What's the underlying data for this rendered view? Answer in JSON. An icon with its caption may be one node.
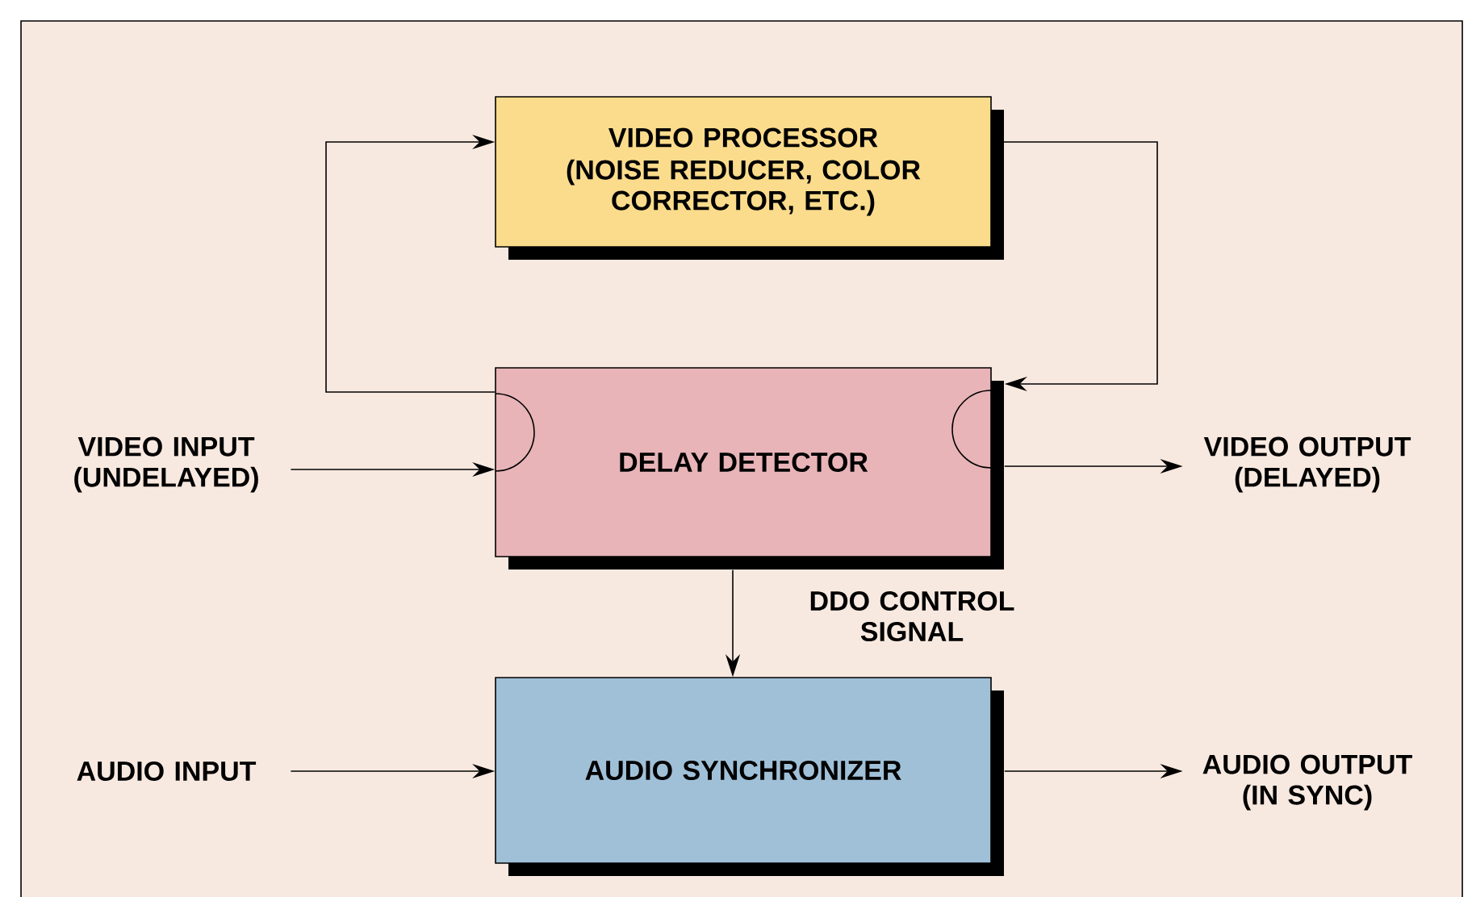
{
  "diagram": {
    "nodes": [
      {
        "text": [
          "VIDEO PROCESSOR",
          "(NOISE REDUCER, COLOR CORRECTOR, ETC.)"
        ]
      },
      {
        "text": [
          "DELAY DETECTOR"
        ]
      },
      {
        "text": [
          "AUDIO SYNCHRONIZER"
        ]
      },
      {
        "text": [
          "VIDEO INPUT (UNDELAYED)"
        ]
      },
      {
        "text": [
          "VIDEO OUTPUT (DELAYED)"
        ]
      },
      {
        "text": [
          "AUDIO INPUT"
        ]
      },
      {
        "text": [
          "AUDIO OUTPUT (IN SYNC)"
        ]
      }
    ],
    "edges": [
      {
        "from": 1,
        "to": 0,
        "arrow": "to"
      },
      {
        "from": 0,
        "to": 1,
        "arrow": "to"
      },
      {
        "from": 3,
        "to": 1,
        "arrow": "to"
      },
      {
        "from": 1,
        "to": 4,
        "arrow": "to"
      },
      {
        "from": 1,
        "to": 2,
        "arrow": "to",
        "label": "DDO CONTROL SIGNAL"
      },
      {
        "from": 5,
        "to": 2,
        "arrow": "to"
      },
      {
        "from": 2,
        "to": 6,
        "arrow": "to"
      }
    ]
  }
}
